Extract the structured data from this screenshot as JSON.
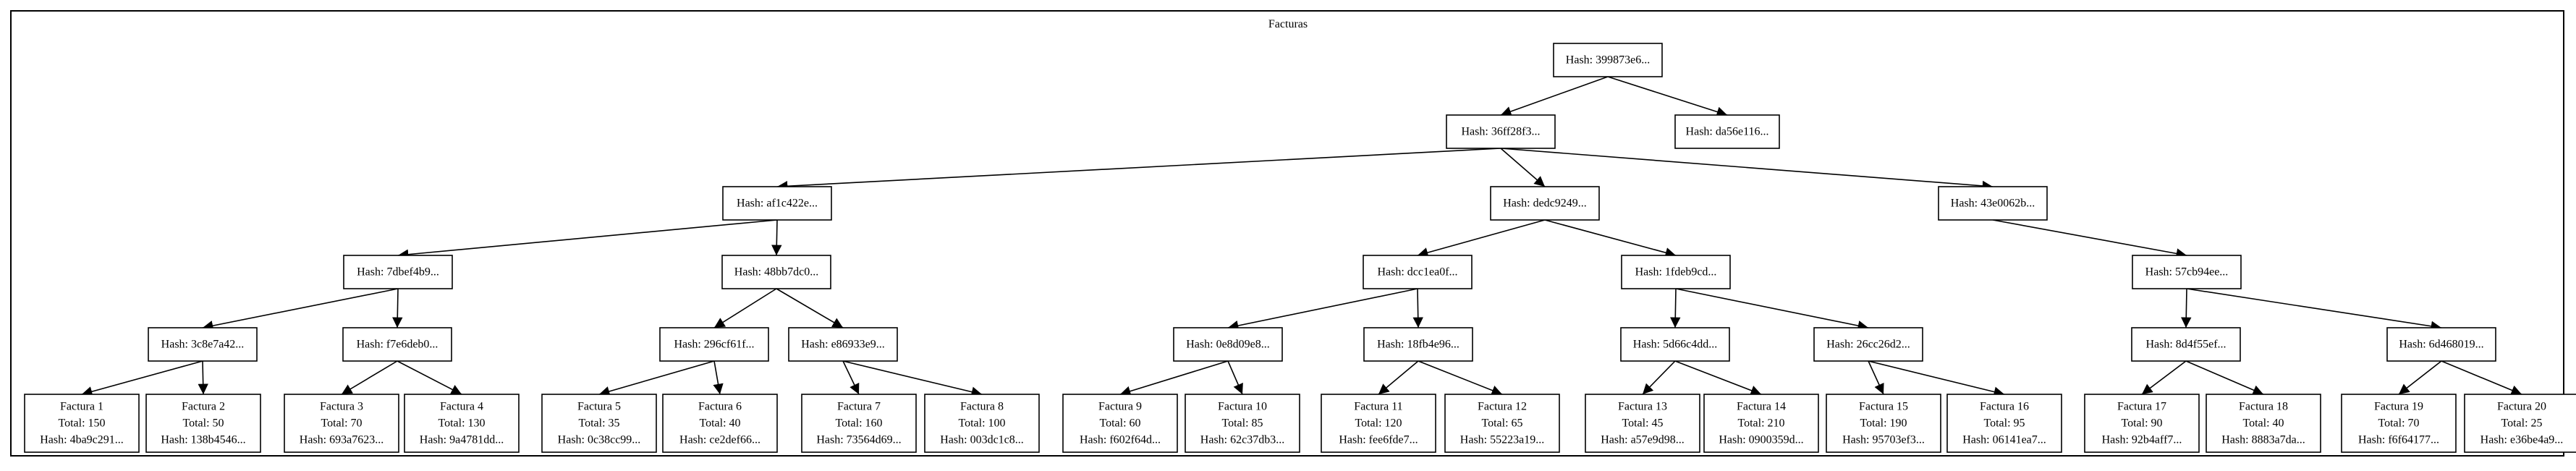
{
  "title": "Facturas",
  "hash_nodes": [
    {
      "id": "n0",
      "text": "Hash: 399873e6..."
    },
    {
      "id": "n1",
      "text": "Hash: 36ff28f3..."
    },
    {
      "id": "n2",
      "text": "Hash: da56e116..."
    },
    {
      "id": "n3",
      "text": "Hash: af1c422e..."
    },
    {
      "id": "n4",
      "text": "Hash: dedc9249..."
    },
    {
      "id": "n5",
      "text": "Hash: 43e0062b..."
    },
    {
      "id": "n6",
      "text": "Hash: 7dbef4b9..."
    },
    {
      "id": "n7",
      "text": "Hash: 48bb7dc0..."
    },
    {
      "id": "n8",
      "text": "Hash: dcc1ea0f..."
    },
    {
      "id": "n9",
      "text": "Hash: 1fdeb9cd..."
    },
    {
      "id": "n10",
      "text": "Hash: 57cb94ee..."
    },
    {
      "id": "n11",
      "text": "Hash: 3c8e7a42..."
    },
    {
      "id": "n12",
      "text": "Hash: f7e6deb0..."
    },
    {
      "id": "n13",
      "text": "Hash: 296cf61f..."
    },
    {
      "id": "n14",
      "text": "Hash: e86933e9..."
    },
    {
      "id": "n15",
      "text": "Hash: 0e8d09e8..."
    },
    {
      "id": "n16",
      "text": "Hash: 18fb4e96..."
    },
    {
      "id": "n17",
      "text": "Hash: 5d66c4dd..."
    },
    {
      "id": "n18",
      "text": "Hash: 26cc26d2..."
    },
    {
      "id": "n19",
      "text": "Hash: 8d4f55ef..."
    },
    {
      "id": "n20",
      "text": "Hash: 6d468019..."
    }
  ],
  "factura_nodes": [
    {
      "id": "f1",
      "name": "Factura 1",
      "total": "Total: 150",
      "hash": "Hash: 4ba9c291..."
    },
    {
      "id": "f2",
      "name": "Factura 2",
      "total": "Total: 50",
      "hash": "Hash: 138b4546..."
    },
    {
      "id": "f3",
      "name": "Factura 3",
      "total": "Total: 70",
      "hash": "Hash: 693a7623..."
    },
    {
      "id": "f4",
      "name": "Factura 4",
      "total": "Total: 130",
      "hash": "Hash: 9a4781dd..."
    },
    {
      "id": "f5",
      "name": "Factura 5",
      "total": "Total: 35",
      "hash": "Hash: 0c38cc99..."
    },
    {
      "id": "f6",
      "name": "Factura 6",
      "total": "Total: 40",
      "hash": "Hash: ce2def66..."
    },
    {
      "id": "f7",
      "name": "Factura 7",
      "total": "Total: 160",
      "hash": "Hash: 73564d69..."
    },
    {
      "id": "f8",
      "name": "Factura 8",
      "total": "Total: 100",
      "hash": "Hash: 003dc1c8..."
    },
    {
      "id": "f9",
      "name": "Factura 9",
      "total": "Total: 60",
      "hash": "Hash: f602f64d..."
    },
    {
      "id": "f10",
      "name": "Factura 10",
      "total": "Total: 85",
      "hash": "Hash: 62c37db3..."
    },
    {
      "id": "f11",
      "name": "Factura 11",
      "total": "Total: 120",
      "hash": "Hash: fee6fde7..."
    },
    {
      "id": "f12",
      "name": "Factura 12",
      "total": "Total: 65",
      "hash": "Hash: 55223a19..."
    },
    {
      "id": "f13",
      "name": "Factura 13",
      "total": "Total: 45",
      "hash": "Hash: a57e9d98..."
    },
    {
      "id": "f14",
      "name": "Factura 14",
      "total": "Total: 210",
      "hash": "Hash: 0900359d..."
    },
    {
      "id": "f15",
      "name": "Factura 15",
      "total": "Total: 190",
      "hash": "Hash: 95703ef3..."
    },
    {
      "id": "f16",
      "name": "Factura 16",
      "total": "Total: 95",
      "hash": "Hash: 06141ea7..."
    },
    {
      "id": "f17",
      "name": "Factura 17",
      "total": "Total: 90",
      "hash": "Hash: 92b4aff7..."
    },
    {
      "id": "f18",
      "name": "Factura 18",
      "total": "Total: 40",
      "hash": "Hash: 8883a7da..."
    },
    {
      "id": "f19",
      "name": "Factura 19",
      "total": "Total: 70",
      "hash": "Hash: f6f64177..."
    },
    {
      "id": "f20",
      "name": "Factura 20",
      "total": "Total: 25",
      "hash": "Hash: e36be4a9..."
    }
  ],
  "edges": [
    [
      "n0",
      "n1"
    ],
    [
      "n0",
      "n2"
    ],
    [
      "n1",
      "n3"
    ],
    [
      "n1",
      "n4"
    ],
    [
      "n1",
      "n5"
    ],
    [
      "n3",
      "n6"
    ],
    [
      "n3",
      "n7"
    ],
    [
      "n4",
      "n8"
    ],
    [
      "n4",
      "n9"
    ],
    [
      "n5",
      "n10"
    ],
    [
      "n6",
      "n11"
    ],
    [
      "n6",
      "n12"
    ],
    [
      "n7",
      "n13"
    ],
    [
      "n7",
      "n14"
    ],
    [
      "n8",
      "n15"
    ],
    [
      "n8",
      "n16"
    ],
    [
      "n9",
      "n17"
    ],
    [
      "n9",
      "n18"
    ],
    [
      "n10",
      "n19"
    ],
    [
      "n10",
      "n20"
    ],
    [
      "n11",
      "f1"
    ],
    [
      "n11",
      "f2"
    ],
    [
      "n12",
      "f3"
    ],
    [
      "n12",
      "f4"
    ],
    [
      "n13",
      "f5"
    ],
    [
      "n13",
      "f6"
    ],
    [
      "n14",
      "f7"
    ],
    [
      "n14",
      "f8"
    ],
    [
      "n15",
      "f9"
    ],
    [
      "n15",
      "f10"
    ],
    [
      "n16",
      "f11"
    ],
    [
      "n16",
      "f12"
    ],
    [
      "n17",
      "f13"
    ],
    [
      "n17",
      "f14"
    ],
    [
      "n18",
      "f15"
    ],
    [
      "n18",
      "f16"
    ],
    [
      "n19",
      "f17"
    ],
    [
      "n19",
      "f18"
    ],
    [
      "n20",
      "f19"
    ],
    [
      "n20",
      "f20"
    ]
  ]
}
